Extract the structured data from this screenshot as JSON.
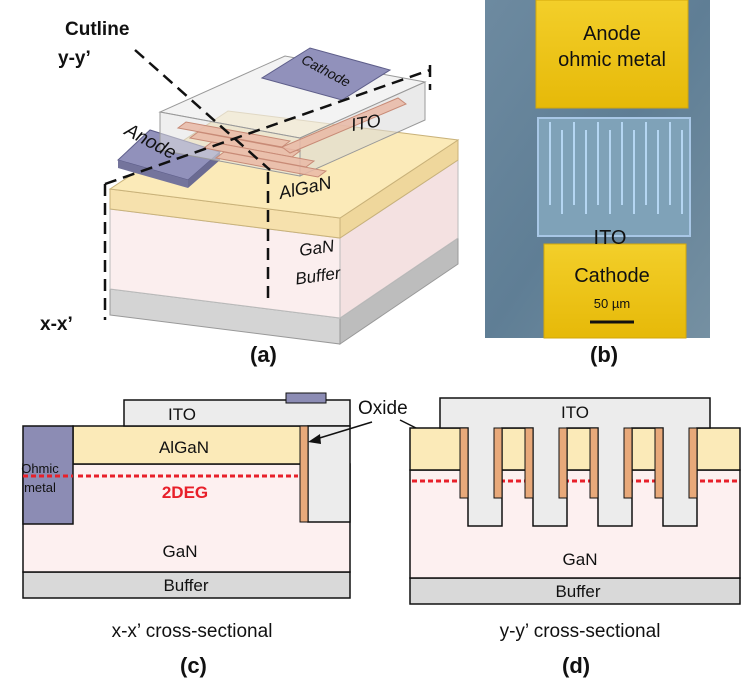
{
  "panel_a": {
    "cutline_label": "Cutline",
    "yy_label": "y-y’",
    "xx_label": "x-x’",
    "cathode": "Cathode",
    "anode": "Anode",
    "ito": "ITO",
    "algan": "AlGaN",
    "gan": "GaN",
    "buffer": "Buffer",
    "caption": "(a)"
  },
  "panel_b": {
    "anode_line1": "Anode",
    "anode_line2": "ohmic metal",
    "ito": "ITO",
    "cathode": "Cathode",
    "scale": "50 µm",
    "caption": "(b)"
  },
  "panel_c": {
    "ito": "ITO",
    "algan": "AlGaN",
    "ohmic_line1": "Ohmic",
    "ohmic_line2": "metal",
    "twodeg": "2DEG",
    "gan": "GaN",
    "buffer": "Buffer",
    "subtitle": "x-x’ cross-sectional",
    "caption": "(c)"
  },
  "oxide_label": "Oxide",
  "panel_d": {
    "ito": "ITO",
    "gan": "GaN",
    "buffer": "Buffer",
    "subtitle": "y-y’ cross-sectional",
    "caption": "(d)"
  },
  "colors": {
    "algan": "#fbeab8",
    "gan": "#fdf0f0",
    "buffer": "#d9d9d9",
    "ito": "#ececec",
    "metal": "#8c8cb4",
    "oxide": "#e8a97a",
    "twodeg": "#e8202a",
    "gold": "#f0c40a"
  }
}
